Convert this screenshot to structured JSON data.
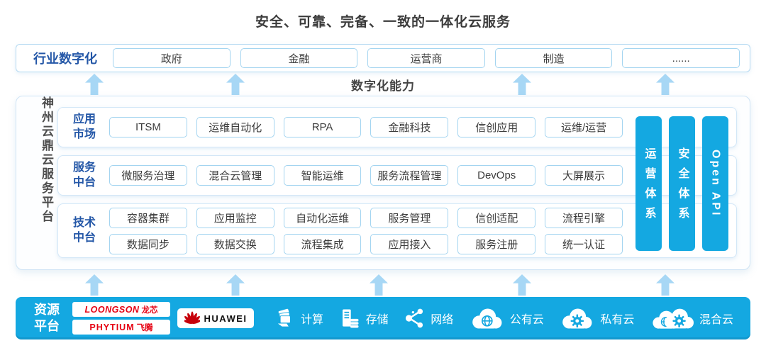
{
  "title": "安全、可靠、完备、一致的一体化云服务",
  "industry_row": {
    "label": "行业数字化",
    "items": [
      "政府",
      "金融",
      "运营商",
      "制造",
      "......"
    ]
  },
  "capability_label": "数字化能力",
  "platform": {
    "name": "神州云鼎云服务平台",
    "sections": [
      {
        "label": "应用市场",
        "rows": [
          [
            "ITSM",
            "运维自动化",
            "RPA",
            "金融科技",
            "信创应用",
            "运维/运营"
          ]
        ]
      },
      {
        "label": "服务中台",
        "rows": [
          [
            "微服务治理",
            "混合云管理",
            "智能运维",
            "服务流程管理",
            "DevOps",
            "大屏展示"
          ]
        ]
      },
      {
        "label": "技术中台",
        "rows": [
          [
            "容器集群",
            "应用监控",
            "自动化运维",
            "服务管理",
            "信创适配",
            "流程引擎"
          ],
          [
            "数据同步",
            "数据交换",
            "流程集成",
            "应用接入",
            "服务注册",
            "统一认证"
          ]
        ]
      }
    ],
    "pillars": [
      "运营体系",
      "安全体系",
      "Open API"
    ]
  },
  "resource_row": {
    "label": "资源平台",
    "vendors": [
      {
        "latin": "LOONGSON",
        "cjk": "龙芯"
      },
      {
        "latin": "PHYTIUM",
        "cjk": "飞腾"
      },
      {
        "latin": "HUAWEI",
        "cjk": ""
      }
    ],
    "resources": [
      {
        "label": "计算",
        "icon": "compute-icon"
      },
      {
        "label": "存储",
        "icon": "storage-icon"
      },
      {
        "label": "网络",
        "icon": "network-icon"
      },
      {
        "label": "公有云",
        "icon": "public-cloud-icon"
      },
      {
        "label": "私有云",
        "icon": "private-cloud-icon"
      },
      {
        "label": "混合云",
        "icon": "hybrid-cloud-icon"
      }
    ]
  },
  "colors": {
    "brand_blue": "#14a8e1",
    "arrow_blue": "#a7d7f5",
    "text_blue": "#2457a7",
    "box_border": "#a3d4f0",
    "vendor_red": "#e60012",
    "huawei_red": "#c7000b",
    "dark_text": "#3c3c3c"
  }
}
